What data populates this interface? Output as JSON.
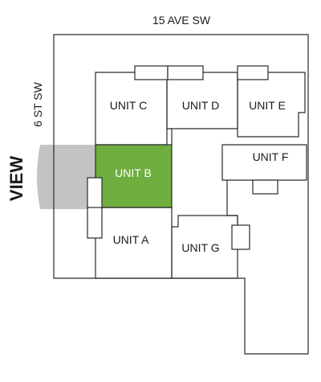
{
  "streets": {
    "north": "15 AVE SW",
    "west": "6 ST SW"
  },
  "view_label": "VIEW",
  "selected_unit": "UNIT B",
  "colors": {
    "selected_fill": "#6fae3f",
    "view_cone": "#c2c3c5",
    "outline": "#2a2a2a"
  },
  "units": {
    "a": "UNIT A",
    "b": "UNIT B",
    "c": "UNIT C",
    "d": "UNIT D",
    "e": "UNIT E",
    "f": "UNIT F",
    "g": "UNIT G"
  }
}
